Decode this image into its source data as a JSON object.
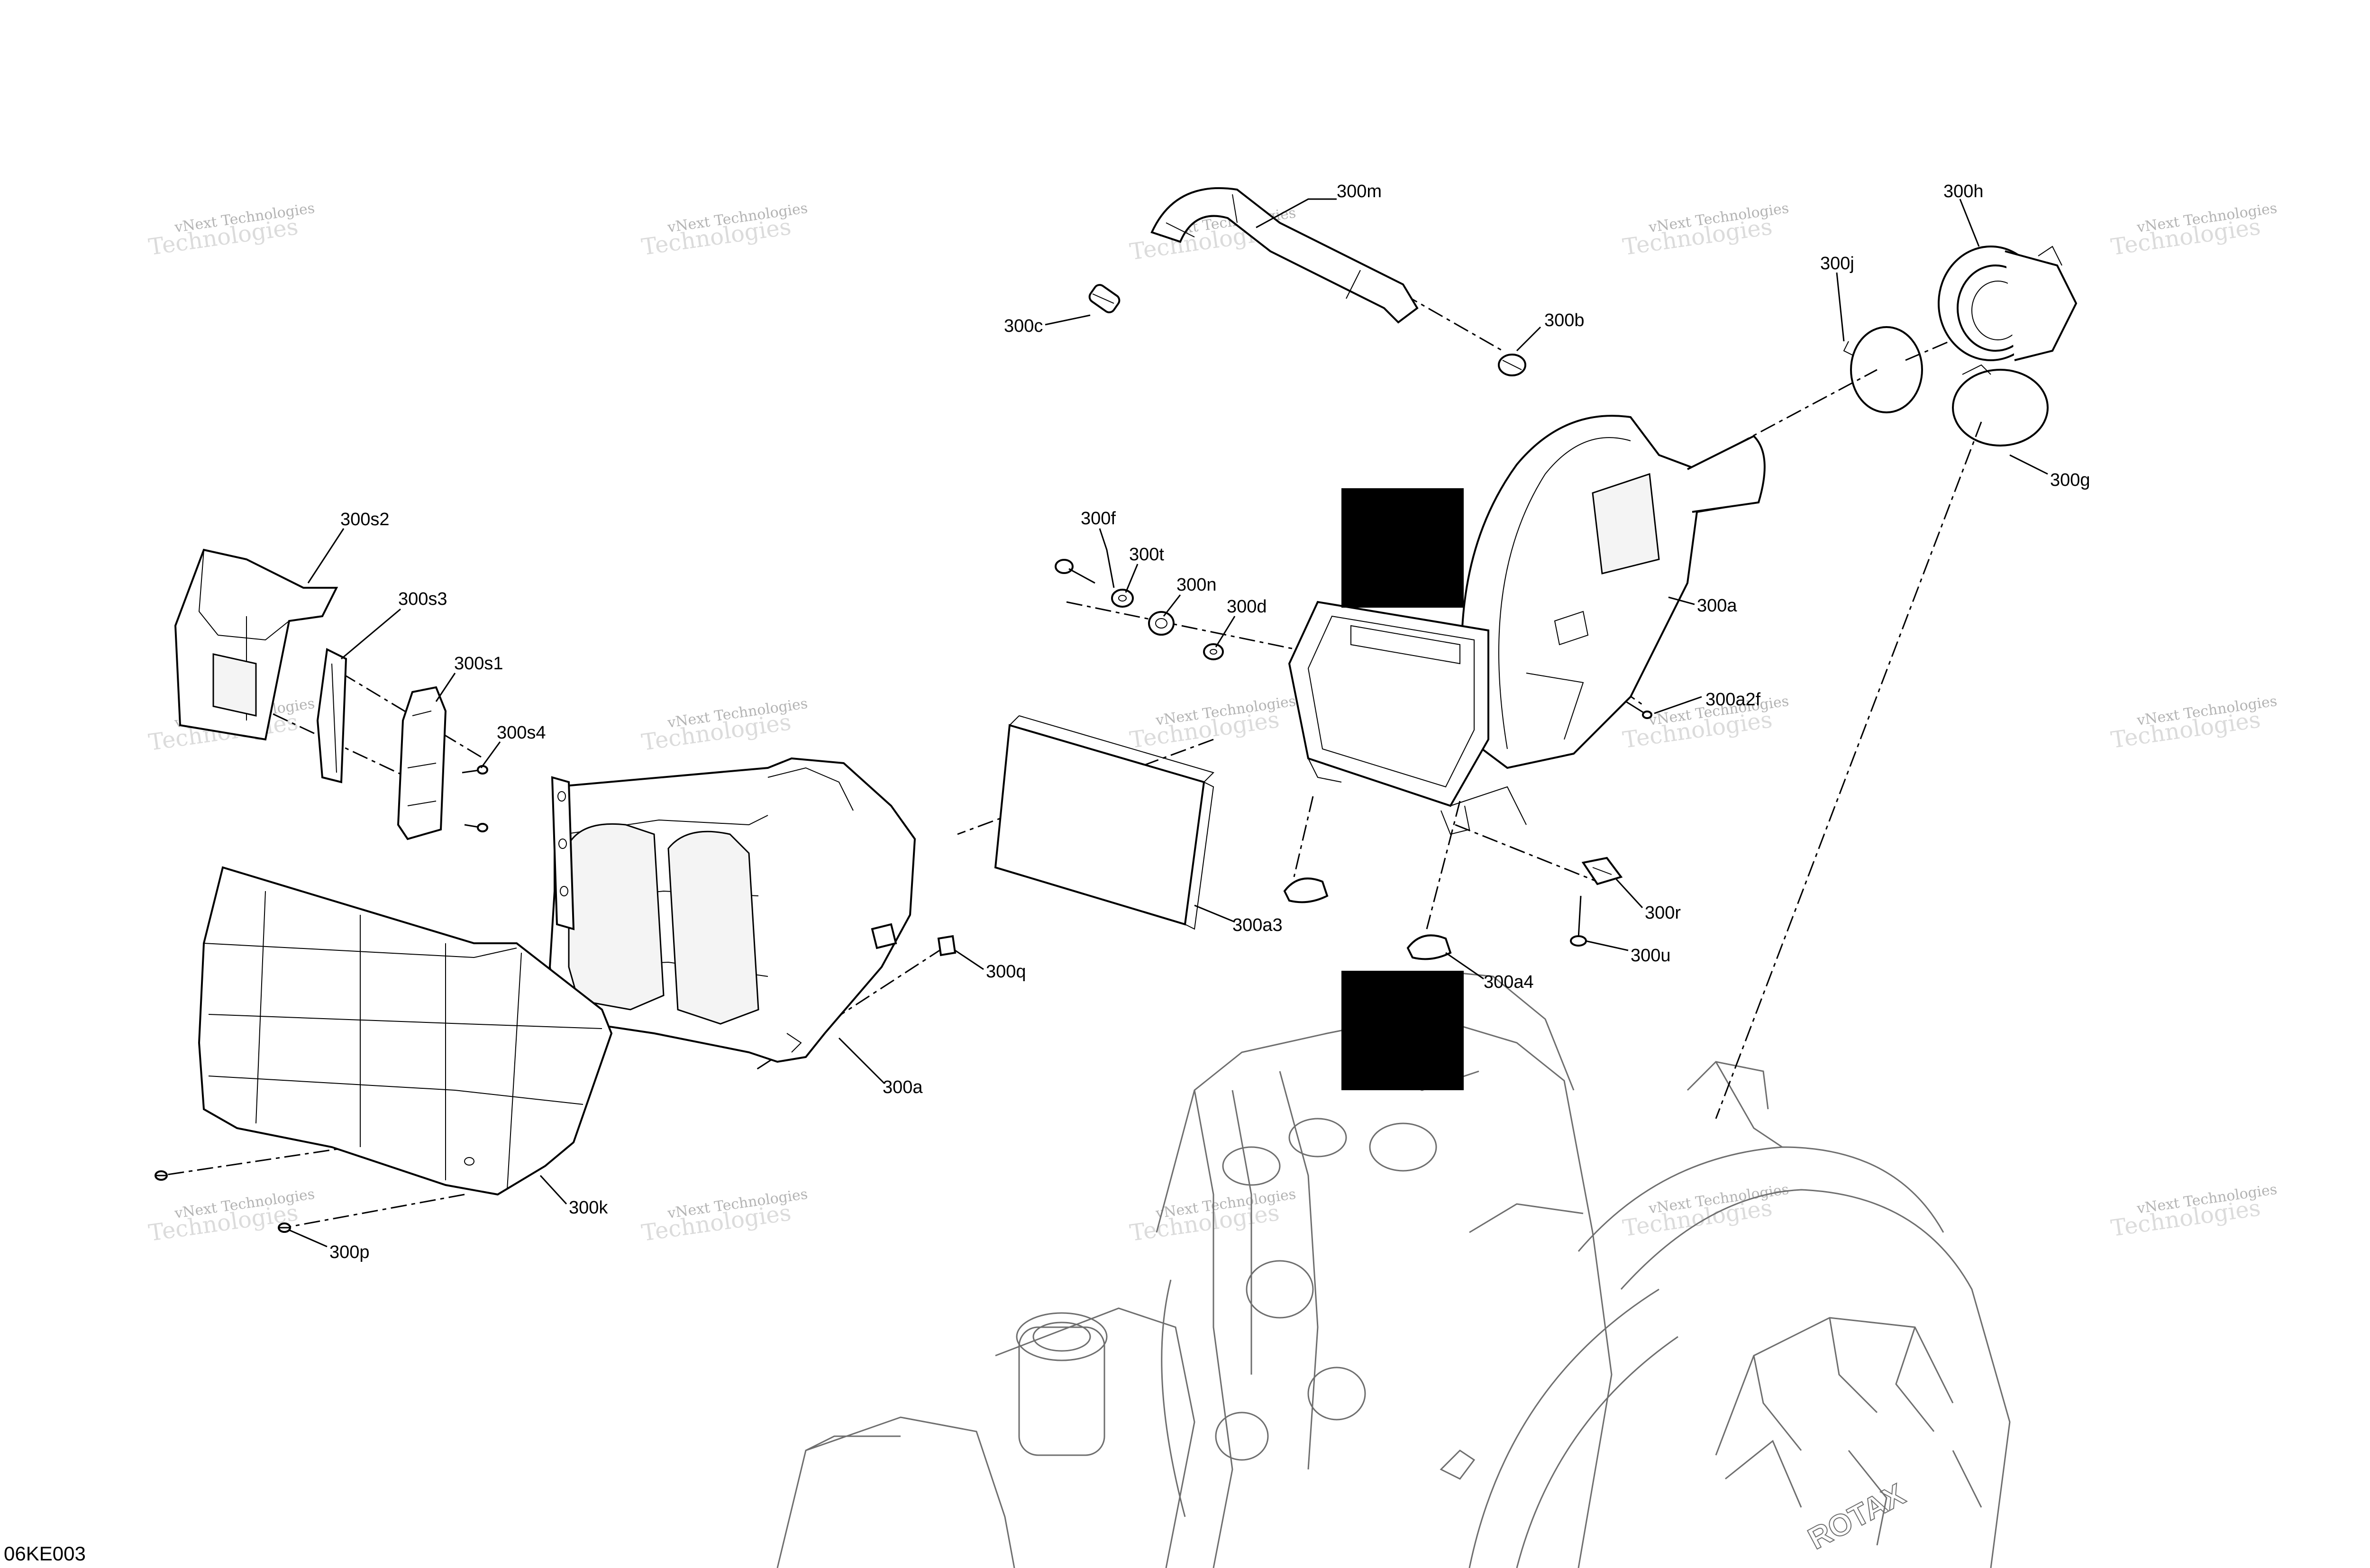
{
  "diagram_code": "06KE003",
  "watermark": {
    "line1": "vNext Technologies",
    "line2": "Technologies"
  },
  "callouts": [
    {
      "id": "300m"
    },
    {
      "id": "300h"
    },
    {
      "id": "300j"
    },
    {
      "id": "300c"
    },
    {
      "id": "300b"
    },
    {
      "id": "300g"
    },
    {
      "id": "300f"
    },
    {
      "id": "300t"
    },
    {
      "id": "300n"
    },
    {
      "id": "300d"
    },
    {
      "id": "300a"
    },
    {
      "id": "300a2f"
    },
    {
      "id": "300s2"
    },
    {
      "id": "300s3"
    },
    {
      "id": "300s1"
    },
    {
      "id": "300s4"
    },
    {
      "id": "300r"
    },
    {
      "id": "300u"
    },
    {
      "id": "300a3"
    },
    {
      "id": "300a4"
    },
    {
      "id": "300q"
    },
    {
      "id": "300a"
    },
    {
      "id": "300k"
    },
    {
      "id": "300p"
    }
  ],
  "engine_brand": "ROTAX",
  "redaction_color": "#000000"
}
